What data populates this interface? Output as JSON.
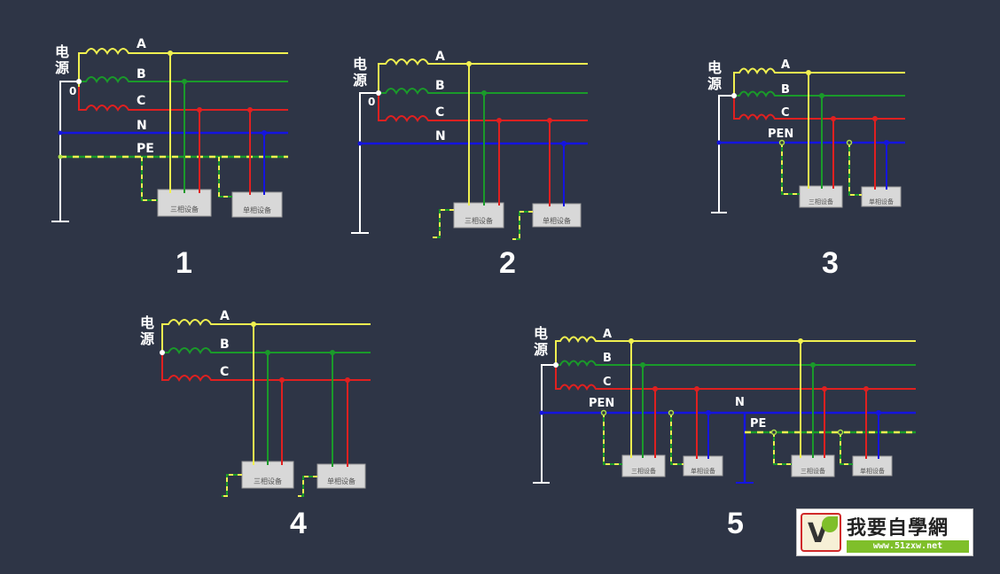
{
  "labels": {
    "source": "电源",
    "source_line1": "电",
    "source_line2": "源",
    "phase_a": "A",
    "phase_b": "B",
    "phase_c": "C",
    "neutral": "N",
    "protective_earth": "PE",
    "pen": "PEN",
    "zero": "0",
    "three_phase_device": "三相设备",
    "single_phase_device": "单相设备"
  },
  "diagrams": [
    {
      "number": "1"
    },
    {
      "number": "2"
    },
    {
      "number": "3"
    },
    {
      "number": "4"
    },
    {
      "number": "5"
    }
  ],
  "colors": {
    "phase_a": "#f0f050",
    "phase_b": "#1a9a2a",
    "phase_c": "#e02020",
    "neutral": "#1414e0",
    "ground": "#ffffff",
    "device_box": "#d8d8d8",
    "background": "#2e3546"
  },
  "logo": {
    "name": "我要自學網",
    "url": "www.51zxw.net"
  }
}
